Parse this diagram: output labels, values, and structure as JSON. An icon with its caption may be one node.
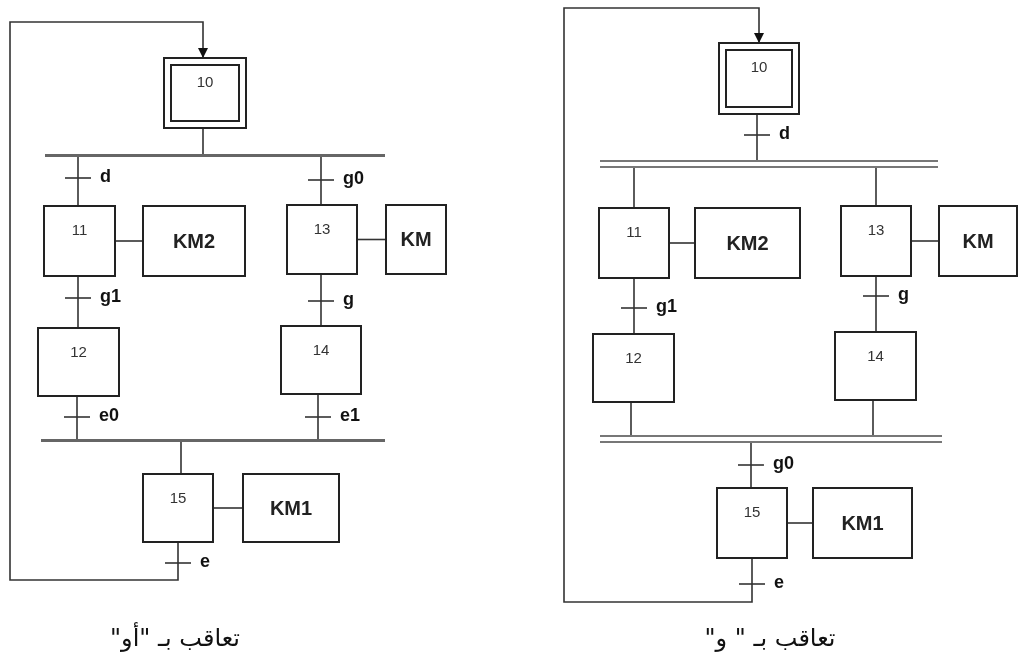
{
  "diagram": {
    "nodes": [
      {
        "text": [
          "10"
        ]
      },
      {
        "text": [],
        "shape": "bar"
      },
      {
        "text": [
          "11"
        ]
      },
      {
        "text": [
          "KM2"
        ]
      },
      {
        "text": [
          "13"
        ]
      },
      {
        "text": [
          "KM"
        ]
      },
      {
        "text": [
          "12"
        ]
      },
      {
        "text": [
          "14"
        ]
      },
      {
        "text": [],
        "shape": "bar"
      },
      {
        "text": [
          "15"
        ]
      },
      {
        "text": [
          "KM1"
        ]
      },
      {
        "text": [
          "10"
        ]
      },
      {
        "text": [],
        "shape": "bar"
      },
      {
        "text": [
          "11"
        ]
      },
      {
        "text": [
          "KM2"
        ]
      },
      {
        "text": [
          "13"
        ]
      },
      {
        "text": [
          "KM"
        ]
      },
      {
        "text": [
          "12"
        ]
      },
      {
        "text": [
          "14"
        ]
      },
      {
        "text": [],
        "shape": "bar"
      },
      {
        "text": [
          "15"
        ]
      },
      {
        "text": [
          "KM1"
        ]
      }
    ],
    "edges": [
      {
        "from": 0,
        "to": 1,
        "arrow": "none"
      },
      {
        "from": 1,
        "to": 2,
        "arrow": "none",
        "label": "d"
      },
      {
        "from": 1,
        "to": 4,
        "arrow": "none",
        "label": "g0"
      },
      {
        "from": 2,
        "to": 3,
        "arrow": "none"
      },
      {
        "from": 4,
        "to": 5,
        "arrow": "none"
      },
      {
        "from": 2,
        "to": 6,
        "arrow": "none",
        "label": "g1"
      },
      {
        "from": 4,
        "to": 7,
        "arrow": "none",
        "label": "g"
      },
      {
        "from": 6,
        "to": 8,
        "arrow": "none",
        "label": "e0"
      },
      {
        "from": 7,
        "to": 8,
        "arrow": "none",
        "label": "e1"
      },
      {
        "from": 8,
        "to": 9,
        "arrow": "none"
      },
      {
        "from": 9,
        "to": 10,
        "arrow": "none"
      },
      {
        "from": 9,
        "to": 0,
        "arrow": "to",
        "label": "e"
      },
      {
        "from": 11,
        "to": 12,
        "arrow": "none",
        "label": "d"
      },
      {
        "from": 12,
        "to": 13,
        "arrow": "none"
      },
      {
        "from": 12,
        "to": 15,
        "arrow": "none"
      },
      {
        "from": 13,
        "to": 14,
        "arrow": "none"
      },
      {
        "from": 15,
        "to": 16,
        "arrow": "none"
      },
      {
        "from": 13,
        "to": 17,
        "arrow": "none",
        "label": "g1"
      },
      {
        "from": 15,
        "to": 18,
        "arrow": "none",
        "label": "g"
      },
      {
        "from": 17,
        "to": 19,
        "arrow": "none"
      },
      {
        "from": 18,
        "to": 19,
        "arrow": "none"
      },
      {
        "from": 19,
        "to": 20,
        "arrow": "none",
        "label": "g0"
      },
      {
        "from": 20,
        "to": 21,
        "arrow": "none"
      },
      {
        "from": 20,
        "to": 11,
        "arrow": "to",
        "label": "e"
      }
    ],
    "labels": [
      "تعاقب بـ \"أو\"",
      "تعاقب بـ \" و\""
    ]
  }
}
